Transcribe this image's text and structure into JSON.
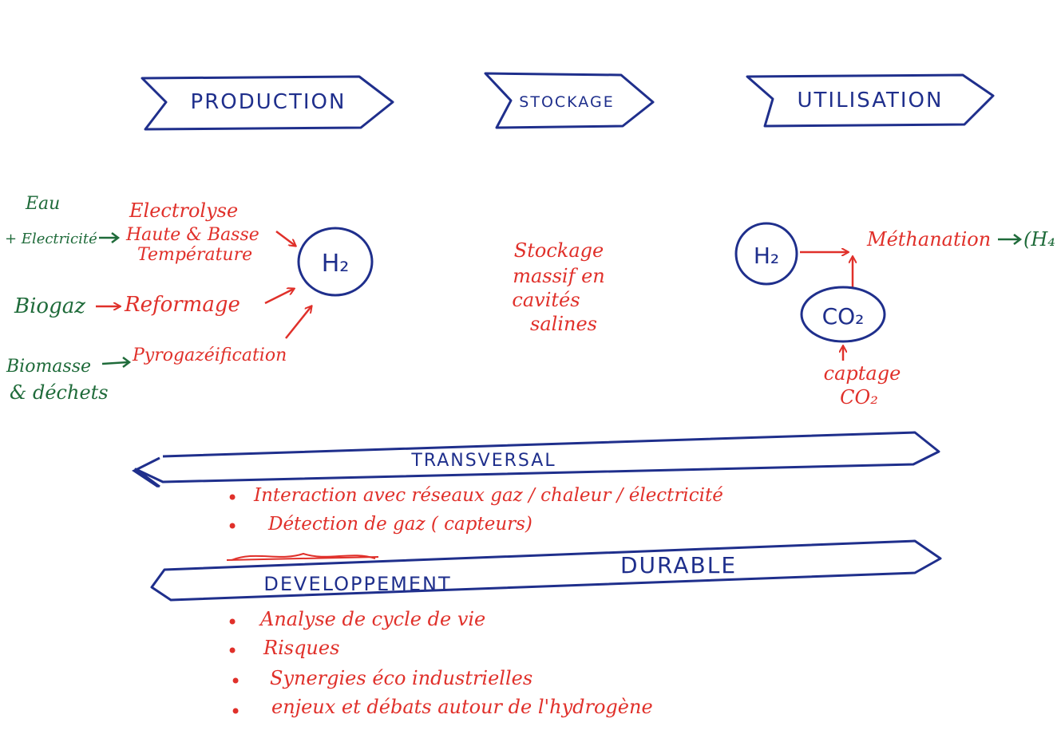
{
  "headers": {
    "production": "PRODUCTION",
    "stockage": "STOCKAGE",
    "utilisation": "UTILISATION"
  },
  "production": {
    "inputs": {
      "eau": "Eau",
      "electricite": "+ Electricité",
      "biogaz": "Biogaz",
      "biomasse": "Biomasse",
      "dechets": "& déchets"
    },
    "processes": {
      "electrolyse_1": "Electrolyse",
      "electrolyse_2": "Haute & Basse",
      "electrolyse_3": "Température",
      "reformage": "Reformage",
      "pyrogazeification": "Pyrogazéification"
    },
    "product": "H₂"
  },
  "stockage": {
    "lines": [
      "Stockage",
      "massif en",
      "cavités",
      "salines"
    ]
  },
  "utilisation": {
    "h2": "H₂",
    "co2": "CO₂",
    "methanation": "Méthanation",
    "ch4": "(H₄",
    "captage_1": "captage",
    "captage_2": "CO₂"
  },
  "transversal": {
    "title": "TRANSVERSAL",
    "bullet": "•",
    "items": [
      "Interaction avec réseaux gaz / chaleur / électricité",
      "Détection de gaz ( capteurs)"
    ]
  },
  "durable": {
    "title_1": "DEVELOPPEMENT",
    "title_2": "DURABLE",
    "bullet": "•",
    "items": [
      "Analyse de cycle de vie",
      "Risques",
      "Synergies éco industrielles",
      "enjeux et débats autour de l'hydrogène"
    ]
  },
  "colors": {
    "blue": "#1f2f8c",
    "red": "#e0302a",
    "green": "#1f6b3a"
  }
}
